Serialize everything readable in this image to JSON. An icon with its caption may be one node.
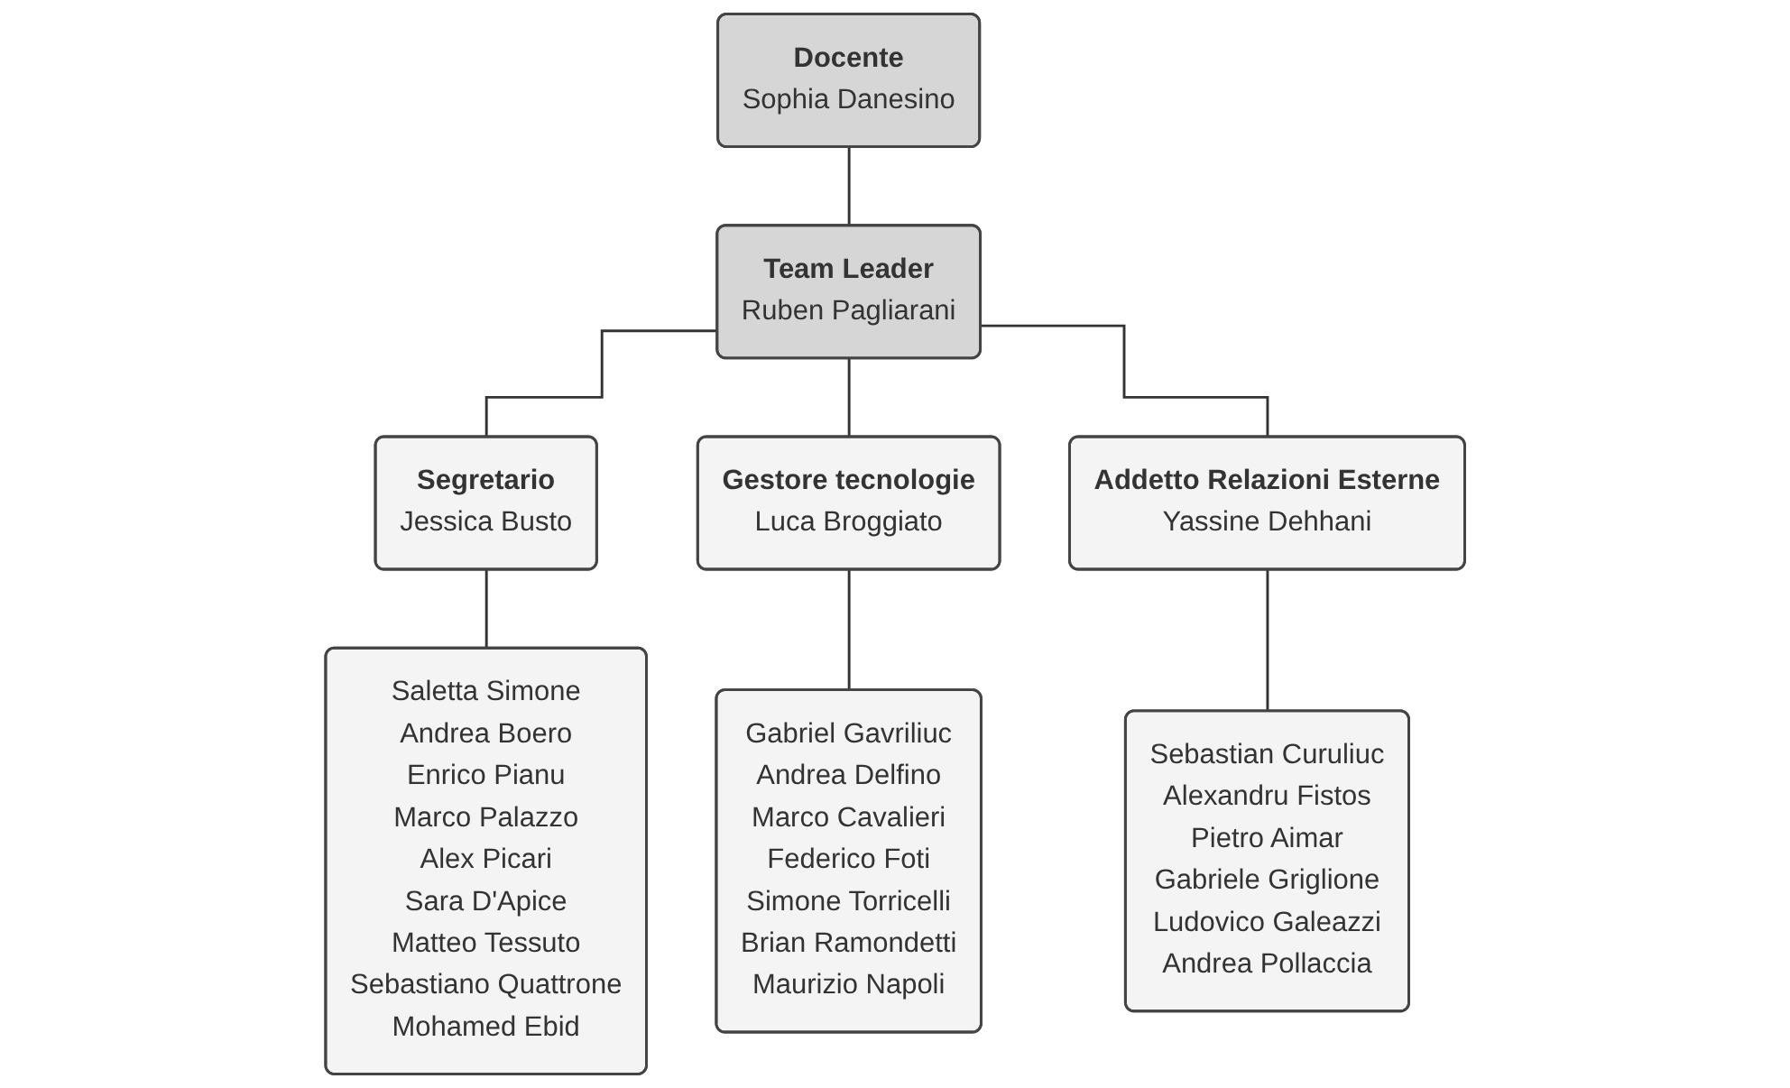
{
  "diagram": {
    "nodes": [
      {
        "text": [
          "Docente",
          "Sophia Danesino"
        ]
      },
      {
        "text": [
          "Team Leader",
          "Ruben Pagliarani"
        ]
      },
      {
        "text": [
          "Segretario",
          "Jessica Busto"
        ]
      },
      {
        "text": [
          "Gestore tecnologie",
          "Luca Broggiato"
        ]
      },
      {
        "text": [
          "Addetto Relazioni Esterne",
          "Yassine Dehhani"
        ]
      },
      {
        "text": [
          "Saletta Simone",
          "Andrea Boero",
          "Enrico Pianu",
          "Marco Palazzo",
          "Alex Picari",
          "Sara D'Apice",
          "Matteo Tessuto",
          "Sebastiano Quattrone",
          "Mohamed Ebid"
        ]
      },
      {
        "text": [
          "Gabriel Gavriliuc",
          "Andrea Delfino",
          "Marco Cavalieri",
          "Federico Foti",
          "Simone Torricelli",
          "Brian Ramondetti",
          "Maurizio Napoli"
        ]
      },
      {
        "text": [
          "Sebastian Curuliuc",
          "Alexandru Fistos",
          "Pietro Aimar",
          "Gabriele Griglione",
          "Ludovico Galeazzi",
          "Andrea Pollaccia"
        ]
      }
    ],
    "edges": [
      {
        "from": 0,
        "to": 1,
        "arrow": "none"
      },
      {
        "from": 1,
        "to": 2,
        "arrow": "none"
      },
      {
        "from": 1,
        "to": 3,
        "arrow": "none"
      },
      {
        "from": 1,
        "to": 4,
        "arrow": "none"
      },
      {
        "from": 2,
        "to": 5,
        "arrow": "none"
      },
      {
        "from": 3,
        "to": 6,
        "arrow": "none"
      },
      {
        "from": 4,
        "to": 7,
        "arrow": "none"
      }
    ]
  }
}
